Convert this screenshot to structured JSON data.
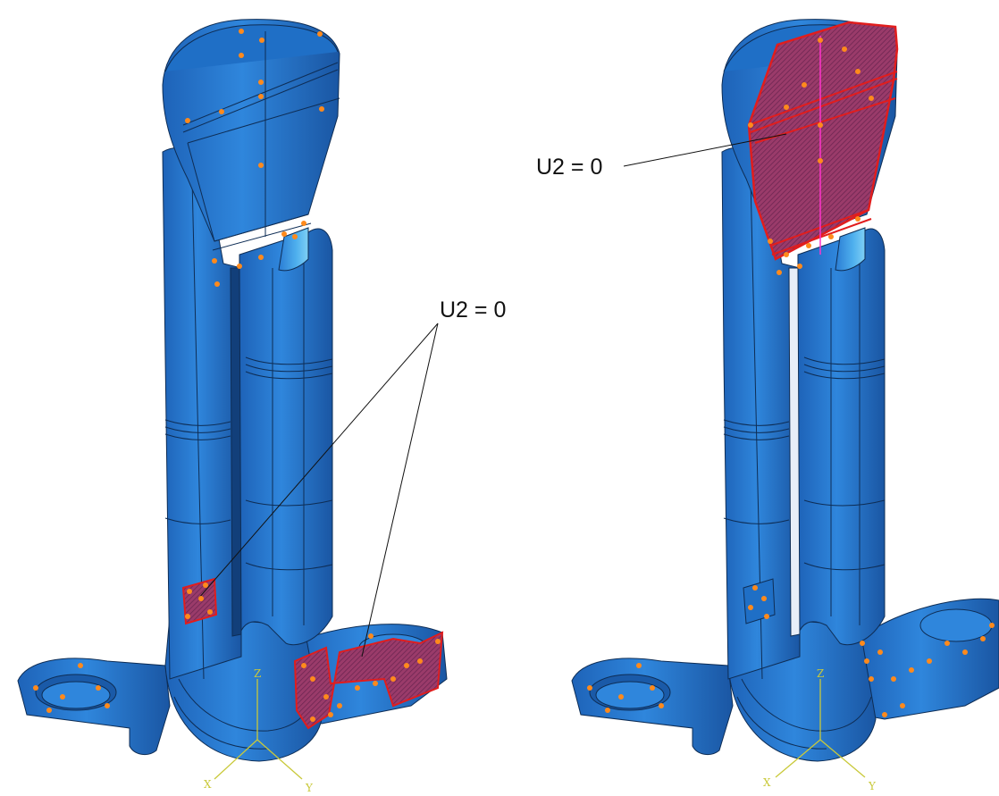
{
  "annotations": {
    "left_label": "U2 = 0",
    "right_label": "U2 = 0"
  },
  "triad": {
    "x_label": "X",
    "y_label": "Y",
    "z_label": "Z"
  },
  "colors": {
    "part": "#2a7fd6",
    "part_dark": "#1a5fae",
    "edge": "#0e2d55",
    "highlight_face": "#8a3a6a",
    "highlight_edge": "#e11d1d",
    "marker": "#ff8a1c",
    "triad": "#c9c93a"
  }
}
